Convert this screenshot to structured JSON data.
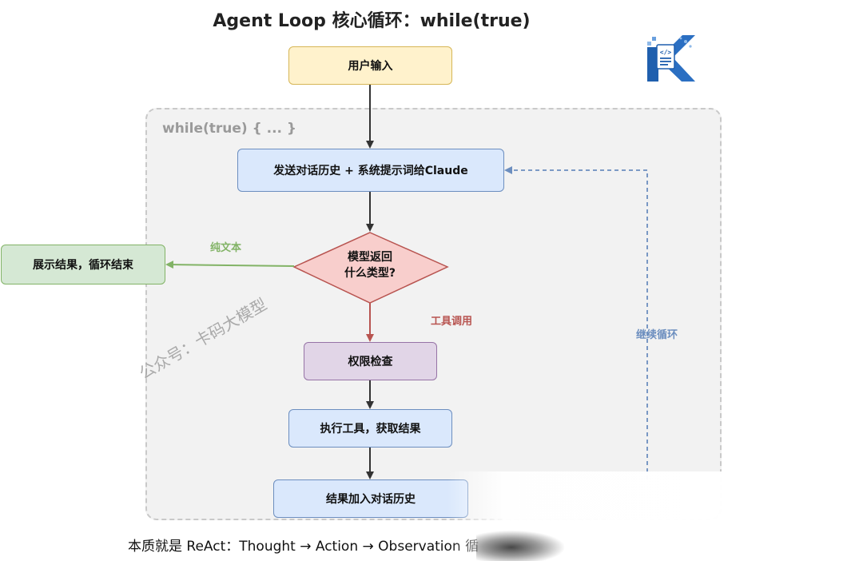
{
  "title": "Agent Loop 核心循环：while(true)",
  "loop_label": "while(true) { ... }",
  "nodes": {
    "user_input": "用户输入",
    "send_history": "发送对话历史 + 系统提示词给Claude",
    "model_return_line1": "模型返回",
    "model_return_line2": "什么类型?",
    "show_result": "展示结果，循环结束",
    "permission_check": "权限检查",
    "execute_tool": "执行工具，获取结果",
    "append_history": "结果加入对话历史"
  },
  "edge_labels": {
    "plain_text": "纯文本",
    "tool_call": "工具调用",
    "continue_loop": "继续循环"
  },
  "watermark": "公众号：卡码大模型",
  "footer": "本质就是 ReAct：Thought → Action → Observation 循",
  "colors": {
    "yellow_fill": "#fff2cc",
    "blue_fill": "#dae8fc",
    "green_fill": "#d5e8d4",
    "purple_fill": "#e1d5e7",
    "red_fill": "#f8cecc",
    "green_label": "#82b366",
    "red_label": "#b85450",
    "blue_label": "#6c8ebf"
  }
}
